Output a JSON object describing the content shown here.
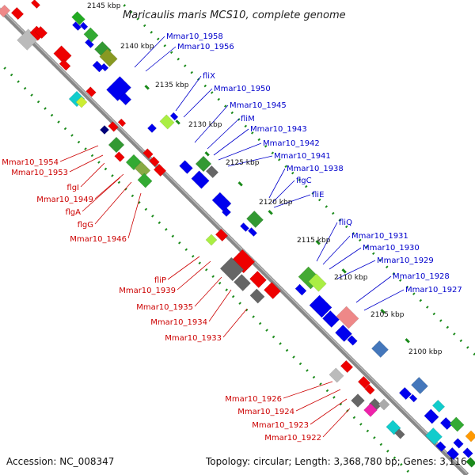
{
  "title": "Maricaulis maris MCS10, complete genome",
  "accession": "Accession: NC_008347",
  "topology": "Topology: circular; Length: 3,368,780 bp; Genes: 3,116",
  "colors": {
    "forward_label": "#0000cc",
    "reverse_label": "#cc0000",
    "backbone": "#888888",
    "tick": "#1a8a1a",
    "cds_forward": "#0000ee",
    "cds_reverse": "#ee0000"
  },
  "kbp_ticks": [
    "2145 kbp",
    "2140 kbp",
    "2135 kbp",
    "2130 kbp",
    "2125 kbp",
    "2120 kbp",
    "2115 kbp",
    "2110 kbp",
    "2105 kbp",
    "2100 kbp"
  ],
  "forward_labels": [
    "Mmar10_1958",
    "Mmar10_1956",
    "fliX",
    "Mmar10_1950",
    "Mmar10_1945",
    "fliM",
    "Mmar10_1943",
    "Mmar10_1942",
    "Mmar10_1941",
    "Mmar10_1938",
    "flgC",
    "fliE",
    "fliQ",
    "Mmar10_1931",
    "Mmar10_1930",
    "Mmar10_1929",
    "Mmar10_1928",
    "Mmar10_1927"
  ],
  "reverse_labels": [
    "Mmar10_1954",
    "Mmar10_1953",
    "flgI",
    "Mmar10_1949",
    "flgA",
    "flgG",
    "Mmar10_1946",
    "fliP",
    "Mmar10_1939",
    "Mmar10_1935",
    "Mmar10_1934",
    "Mmar10_1933",
    "Mmar10_1926",
    "Mmar10_1924",
    "Mmar10_1923",
    "Mmar10_1922"
  ]
}
